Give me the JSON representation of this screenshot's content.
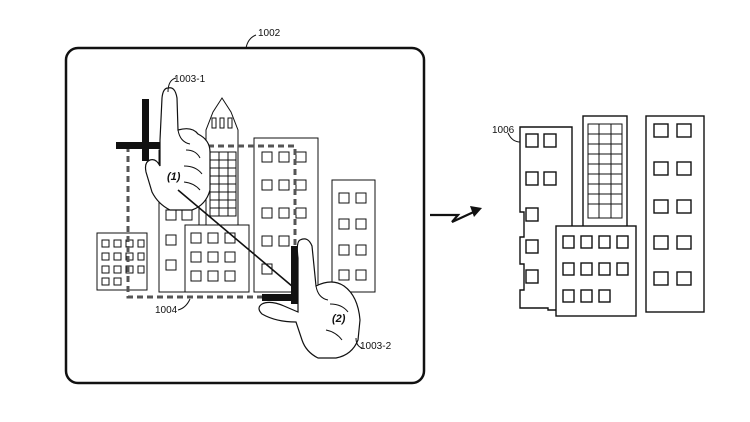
{
  "labels": {
    "device_ref": "1002",
    "hand_top_ref": "1003-1",
    "hand_bottom_ref": "1003-2",
    "selection_ref": "1004",
    "result_ref": "1006",
    "step_one": "(1)",
    "step_two": "(2)"
  }
}
